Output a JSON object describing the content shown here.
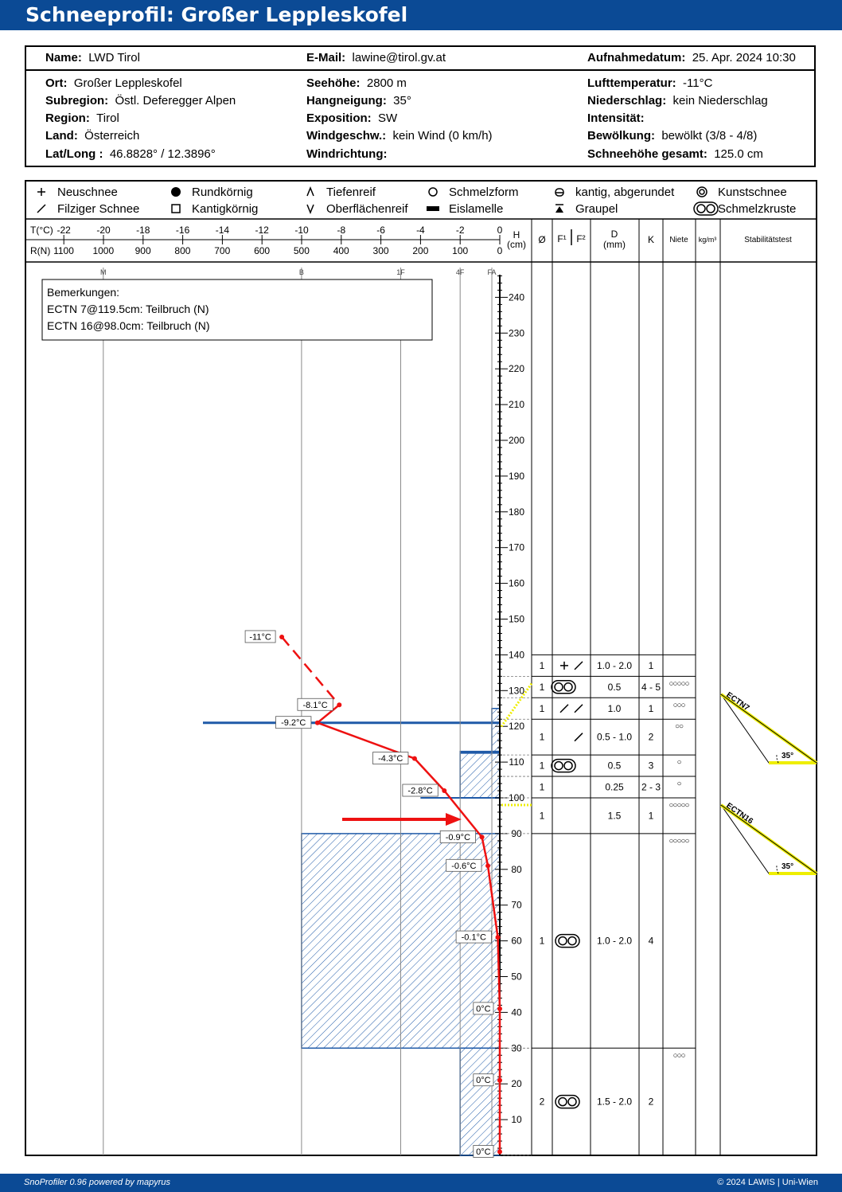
{
  "title": "Schneeprofil: Großer Leppleskofel",
  "info": {
    "top": [
      {
        "label": "Name:",
        "value": "LWD Tirol"
      },
      {
        "label": "E-Mail:",
        "value": "lawine@tirol.gv.at"
      },
      {
        "label": "Aufnahmedatum:",
        "value": "25. Apr. 2024 10:30"
      }
    ],
    "col1": [
      {
        "label": "Ort:",
        "value": "Großer Leppleskofel"
      },
      {
        "label": "Subregion:",
        "value": "Östl. Deferegger Alpen"
      },
      {
        "label": "Region:",
        "value": "Tirol"
      },
      {
        "label": "Land:",
        "value": "Österreich"
      },
      {
        "label": "Lat/Long :",
        "value": "46.8828° / 12.3896°"
      }
    ],
    "col2": [
      {
        "label": "Seehöhe:",
        "value": "2800 m"
      },
      {
        "label": "Hangneigung:",
        "value": "35°"
      },
      {
        "label": "Exposition:",
        "value": "SW"
      },
      {
        "label": "Windgeschw.:",
        "value": "kein Wind (0 km/h)"
      },
      {
        "label": "Windrichtung:",
        "value": ""
      }
    ],
    "col3": [
      {
        "label": "Lufttemperatur:",
        "value": "-11°C"
      },
      {
        "label": "Niederschlag:",
        "value": "kein Niederschlag"
      },
      {
        "label": "Intensität:",
        "value": ""
      },
      {
        "label": "Bewölkung:",
        "value": "bewölkt (3/8 - 4/8)"
      },
      {
        "label": "Schneehöhe gesamt:",
        "value": "125.0 cm"
      }
    ]
  },
  "legend": [
    {
      "icon": "plus",
      "label": "Neuschnee"
    },
    {
      "icon": "filled-circle",
      "label": "Rundkörnig"
    },
    {
      "icon": "caret-up",
      "label": "Tiefenreif"
    },
    {
      "icon": "open-circle",
      "label": "Schmelzform"
    },
    {
      "icon": "rounded-square",
      "label": "kantig, abgerundet"
    },
    {
      "icon": "double-circle",
      "label": "Kunstschnee"
    },
    {
      "icon": "slash",
      "label": "Filziger Schnee"
    },
    {
      "icon": "open-square",
      "label": "Kantigkörnig"
    },
    {
      "icon": "caret-down",
      "label": "Oberflächenreif"
    },
    {
      "icon": "black-bar",
      "label": "Eislamelle"
    },
    {
      "icon": "graupel",
      "label": "Graupel"
    },
    {
      "icon": "melt-crust",
      "label": "Schmelzkruste"
    }
  ],
  "axes": {
    "t_label": "T(°C)",
    "r_label": "R(N)",
    "t_ticks": [
      "-22",
      "-20",
      "-18",
      "-16",
      "-14",
      "-12",
      "-10",
      "-8",
      "-6",
      "-4",
      "-2",
      "0"
    ],
    "r_ticks": [
      "1100",
      "1000",
      "900",
      "800",
      "700",
      "600",
      "500",
      "400",
      "300",
      "200",
      "100",
      "0"
    ],
    "h_label": "H",
    "h_unit": "(cm)",
    "hardness_marks": [
      "M",
      "B",
      "1F",
      "4F",
      "FA"
    ],
    "height_ticks": [
      "10",
      "20",
      "30",
      "40",
      "50",
      "60",
      "70",
      "80",
      "90",
      "100",
      "110",
      "120",
      "130",
      "140",
      "150",
      "160",
      "170",
      "180",
      "190",
      "200",
      "210",
      "220",
      "230",
      "240"
    ]
  },
  "columns": {
    "diam": "Ø",
    "f1": "F¹",
    "f2": "F²",
    "d": "D",
    "d_unit": "(mm)",
    "k": "K",
    "niete": "Niete",
    "density": "kg/m³",
    "stab": "Stabilitätstest"
  },
  "remarks": {
    "title": "Bemerkungen:",
    "lines": [
      "ECTN 7@119.5cm: Teilbruch (N)",
      "ECTN 16@98.0cm: Teilbruch (N)"
    ]
  },
  "layers": [
    {
      "top": 140,
      "bottom": 134,
      "hardness": "1",
      "grain": "plus+slash",
      "size": "1.0 - 2.0",
      "k": "1",
      "niete": ""
    },
    {
      "top": 134,
      "bottom": 128,
      "hardness": "1",
      "grain": "melt-crust+filled",
      "size": "0.5",
      "k": "4 - 5",
      "niete": "○○○○○"
    },
    {
      "top": 128,
      "bottom": 122,
      "hardness": "1",
      "grain": "slash+slash",
      "size": "1.0",
      "k": "1",
      "niete": "○○○"
    },
    {
      "top": 122,
      "bottom": 112,
      "hardness": "1",
      "grain": "filled+slash",
      "size": "0.5 - 1.0",
      "k": "2",
      "niete": "○○"
    },
    {
      "top": 112,
      "bottom": 106,
      "hardness": "1",
      "grain": "melt-crust+filled",
      "size": "0.5",
      "k": "3",
      "niete": "○"
    },
    {
      "top": 106,
      "bottom": 100,
      "hardness": "1",
      "grain": "filled+filled",
      "size": "0.25",
      "k": "2 - 3",
      "niete": "○"
    },
    {
      "top": 100,
      "bottom": 90,
      "hardness": "1",
      "grain": "square+square",
      "size": "1.5",
      "k": "1",
      "niete": "○○○○○"
    },
    {
      "top": 90,
      "bottom": 30,
      "hardness": "1",
      "grain": "melt-crust",
      "size": "1.0 - 2.0",
      "k": "4",
      "niete": "○○○○○"
    },
    {
      "top": 30,
      "bottom": 0,
      "hardness": "2",
      "grain": "melt-crust",
      "size": "1.5 - 2.0",
      "k": "2",
      "niete": "○○○"
    }
  ],
  "chart_data": {
    "type": "line",
    "series": [
      {
        "label_texts": [
          "-11°C",
          "-8.1°C",
          "-9.2°C",
          "-4.3°C",
          "-2.8°C",
          "-0.9°C",
          "-0.6°C",
          "-0.1°C",
          "0°C",
          "0°C",
          "0°C"
        ],
        "points": [
          {
            "h": 145,
            "t": -11
          },
          {
            "h": 126,
            "t": -8.1
          },
          {
            "h": 121,
            "t": -9.2
          },
          {
            "h": 111,
            "t": -4.3
          },
          {
            "h": 102,
            "t": -2.8
          },
          {
            "h": 89,
            "t": -0.9
          },
          {
            "h": 81,
            "t": -0.6
          },
          {
            "h": 61,
            "t": -0.1
          },
          {
            "h": 41,
            "t": 0
          },
          {
            "h": 21,
            "t": 0
          },
          {
            "h": 1,
            "t": 0
          }
        ]
      }
    ],
    "hardness_profile": [
      {
        "top": 113,
        "bottom": 100,
        "r": 100
      },
      {
        "top": 90,
        "bottom": 30,
        "r": 500
      },
      {
        "top": 30,
        "bottom": 0,
        "r": 100
      }
    ],
    "stability_tests": [
      {
        "label": "ECTN7",
        "angle": "35°",
        "height": 119.5
      },
      {
        "label": "ECTN16",
        "angle": "35°",
        "height": 98.0
      }
    ]
  }
}
